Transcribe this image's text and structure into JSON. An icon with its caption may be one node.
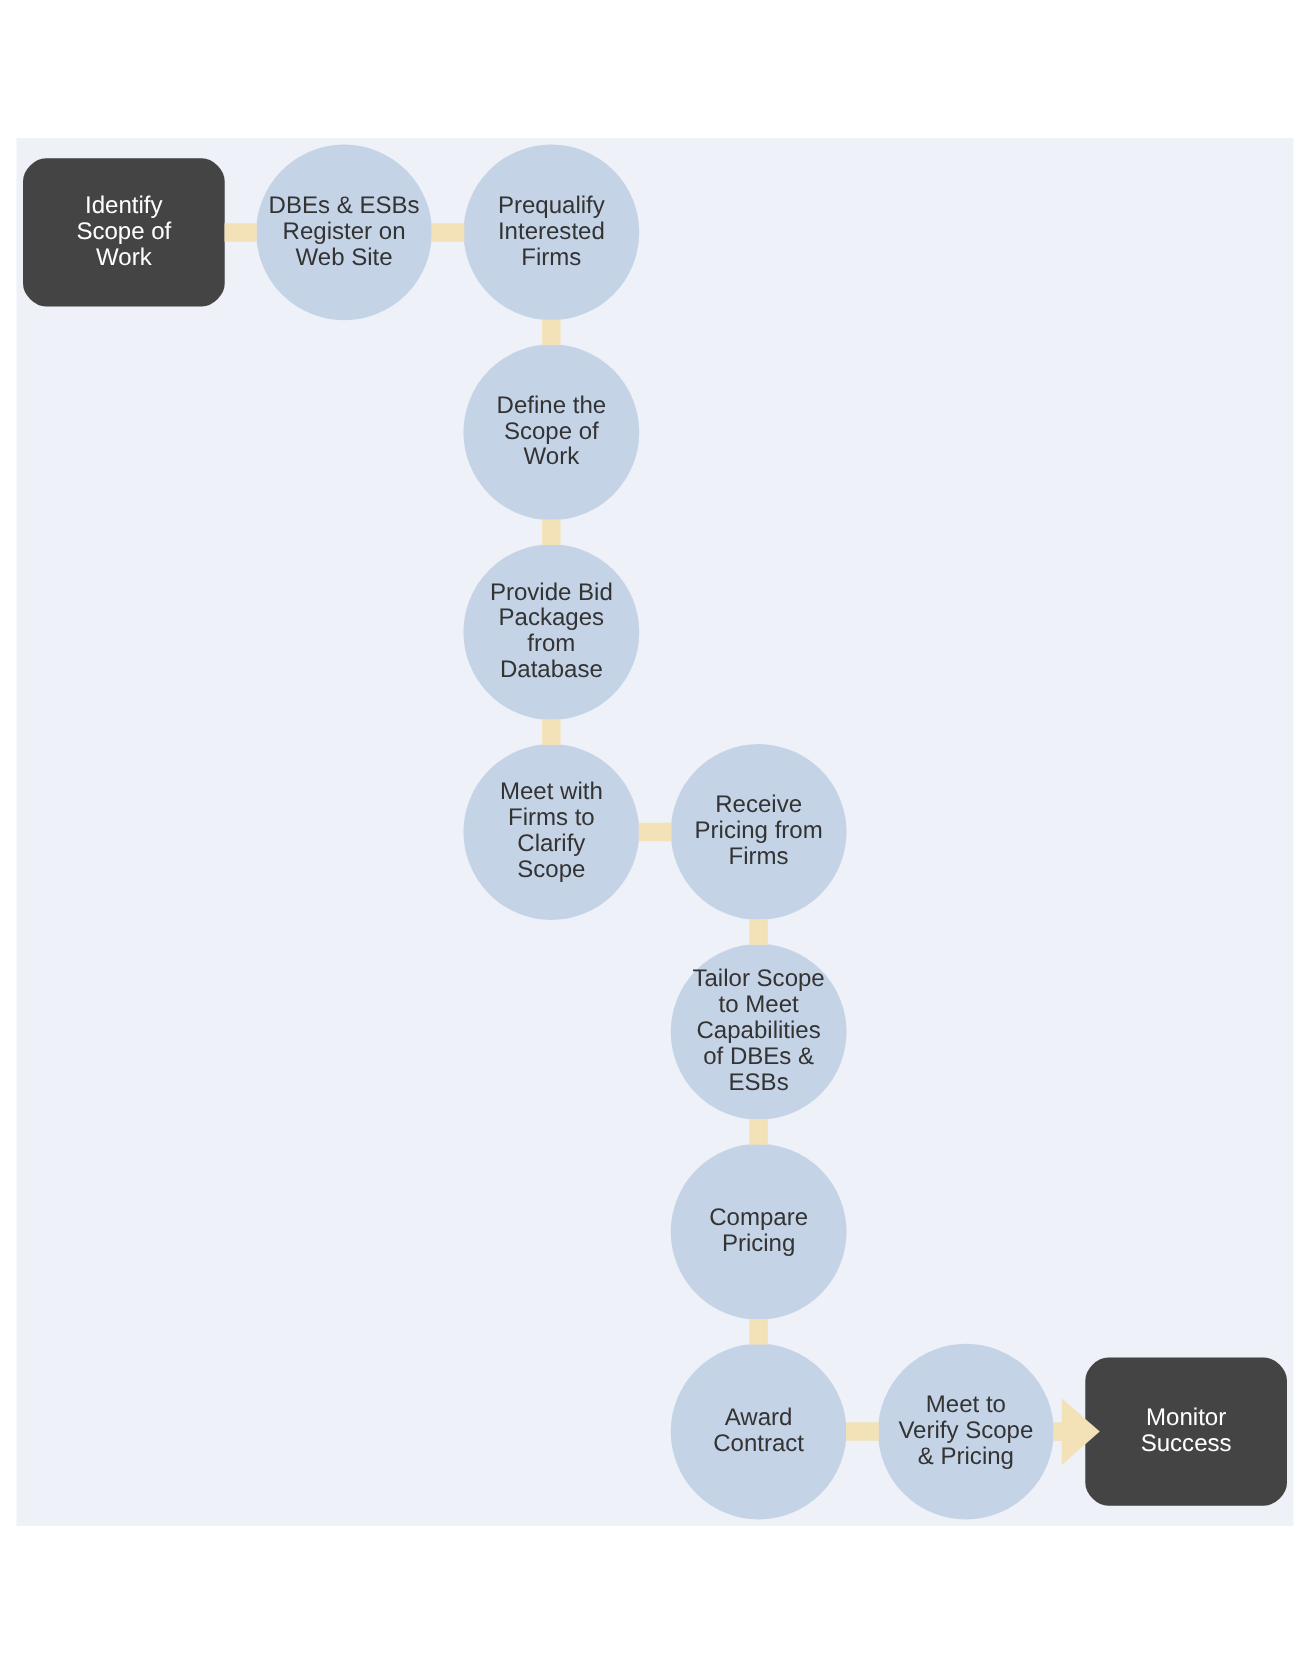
{
  "diagram": {
    "nodes": [
      {
        "text": [
          "Identify Scope of Work"
        ]
      },
      {
        "text": [
          "DBEs & ESBs Register on Web Site"
        ]
      },
      {
        "text": [
          "Prequalify Interested Firms"
        ]
      },
      {
        "text": [
          "Define the Scope of Work"
        ]
      },
      {
        "text": [
          "Provide Bid Packages from Database"
        ]
      },
      {
        "text": [
          "Meet with Firms to Clarify Scope"
        ]
      },
      {
        "text": [
          "Receive Pricing from Firms"
        ]
      },
      {
        "text": [
          "Tailor Scope to Meet Capabilities of DBEs & ESBs"
        ]
      },
      {
        "text": [
          "Compare Pricing"
        ]
      },
      {
        "text": [
          "Award Contract"
        ]
      },
      {
        "text": [
          "Meet to Verify Scope & Pricing"
        ]
      },
      {
        "text": [
          "Monitor Success"
        ]
      }
    ],
    "edges": [
      {
        "from": 0,
        "to": 1,
        "arrow": "none"
      },
      {
        "from": 1,
        "to": 2,
        "arrow": "none"
      },
      {
        "from": 2,
        "to": 3,
        "arrow": "none"
      },
      {
        "from": 3,
        "to": 4,
        "arrow": "none"
      },
      {
        "from": 4,
        "to": 5,
        "arrow": "none"
      },
      {
        "from": 5,
        "to": 6,
        "arrow": "none"
      },
      {
        "from": 6,
        "to": 7,
        "arrow": "none"
      },
      {
        "from": 7,
        "to": 8,
        "arrow": "none"
      },
      {
        "from": 8,
        "to": 9,
        "arrow": "none"
      },
      {
        "from": 9,
        "to": 10,
        "arrow": "none"
      },
      {
        "from": 10,
        "to": 11,
        "arrow": "to"
      }
    ]
  }
}
